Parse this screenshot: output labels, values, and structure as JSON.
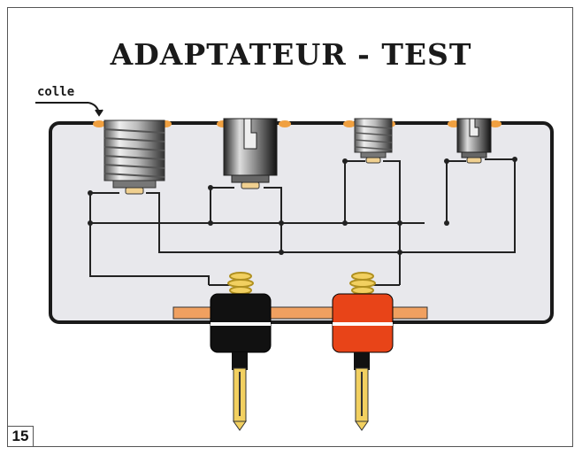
{
  "title": "ADAPTATEUR - TEST",
  "label": "colle",
  "figure_number": "15",
  "colors": {
    "box_fill": "#e8e8ec",
    "box_stroke": "#1a1a1a",
    "wire": "#222222",
    "glue": "#f0a040",
    "pcb_strip": "#f0a060",
    "plug_black": "#111111",
    "plug_red": "#e84418",
    "pin_yellow": "#f2d060",
    "socket_gray": "#9a9a9a"
  },
  "components": [
    "large-screw-socket",
    "large-bayonet-socket",
    "small-screw-socket",
    "small-bayonet-socket",
    "black-plug",
    "red-plug"
  ]
}
